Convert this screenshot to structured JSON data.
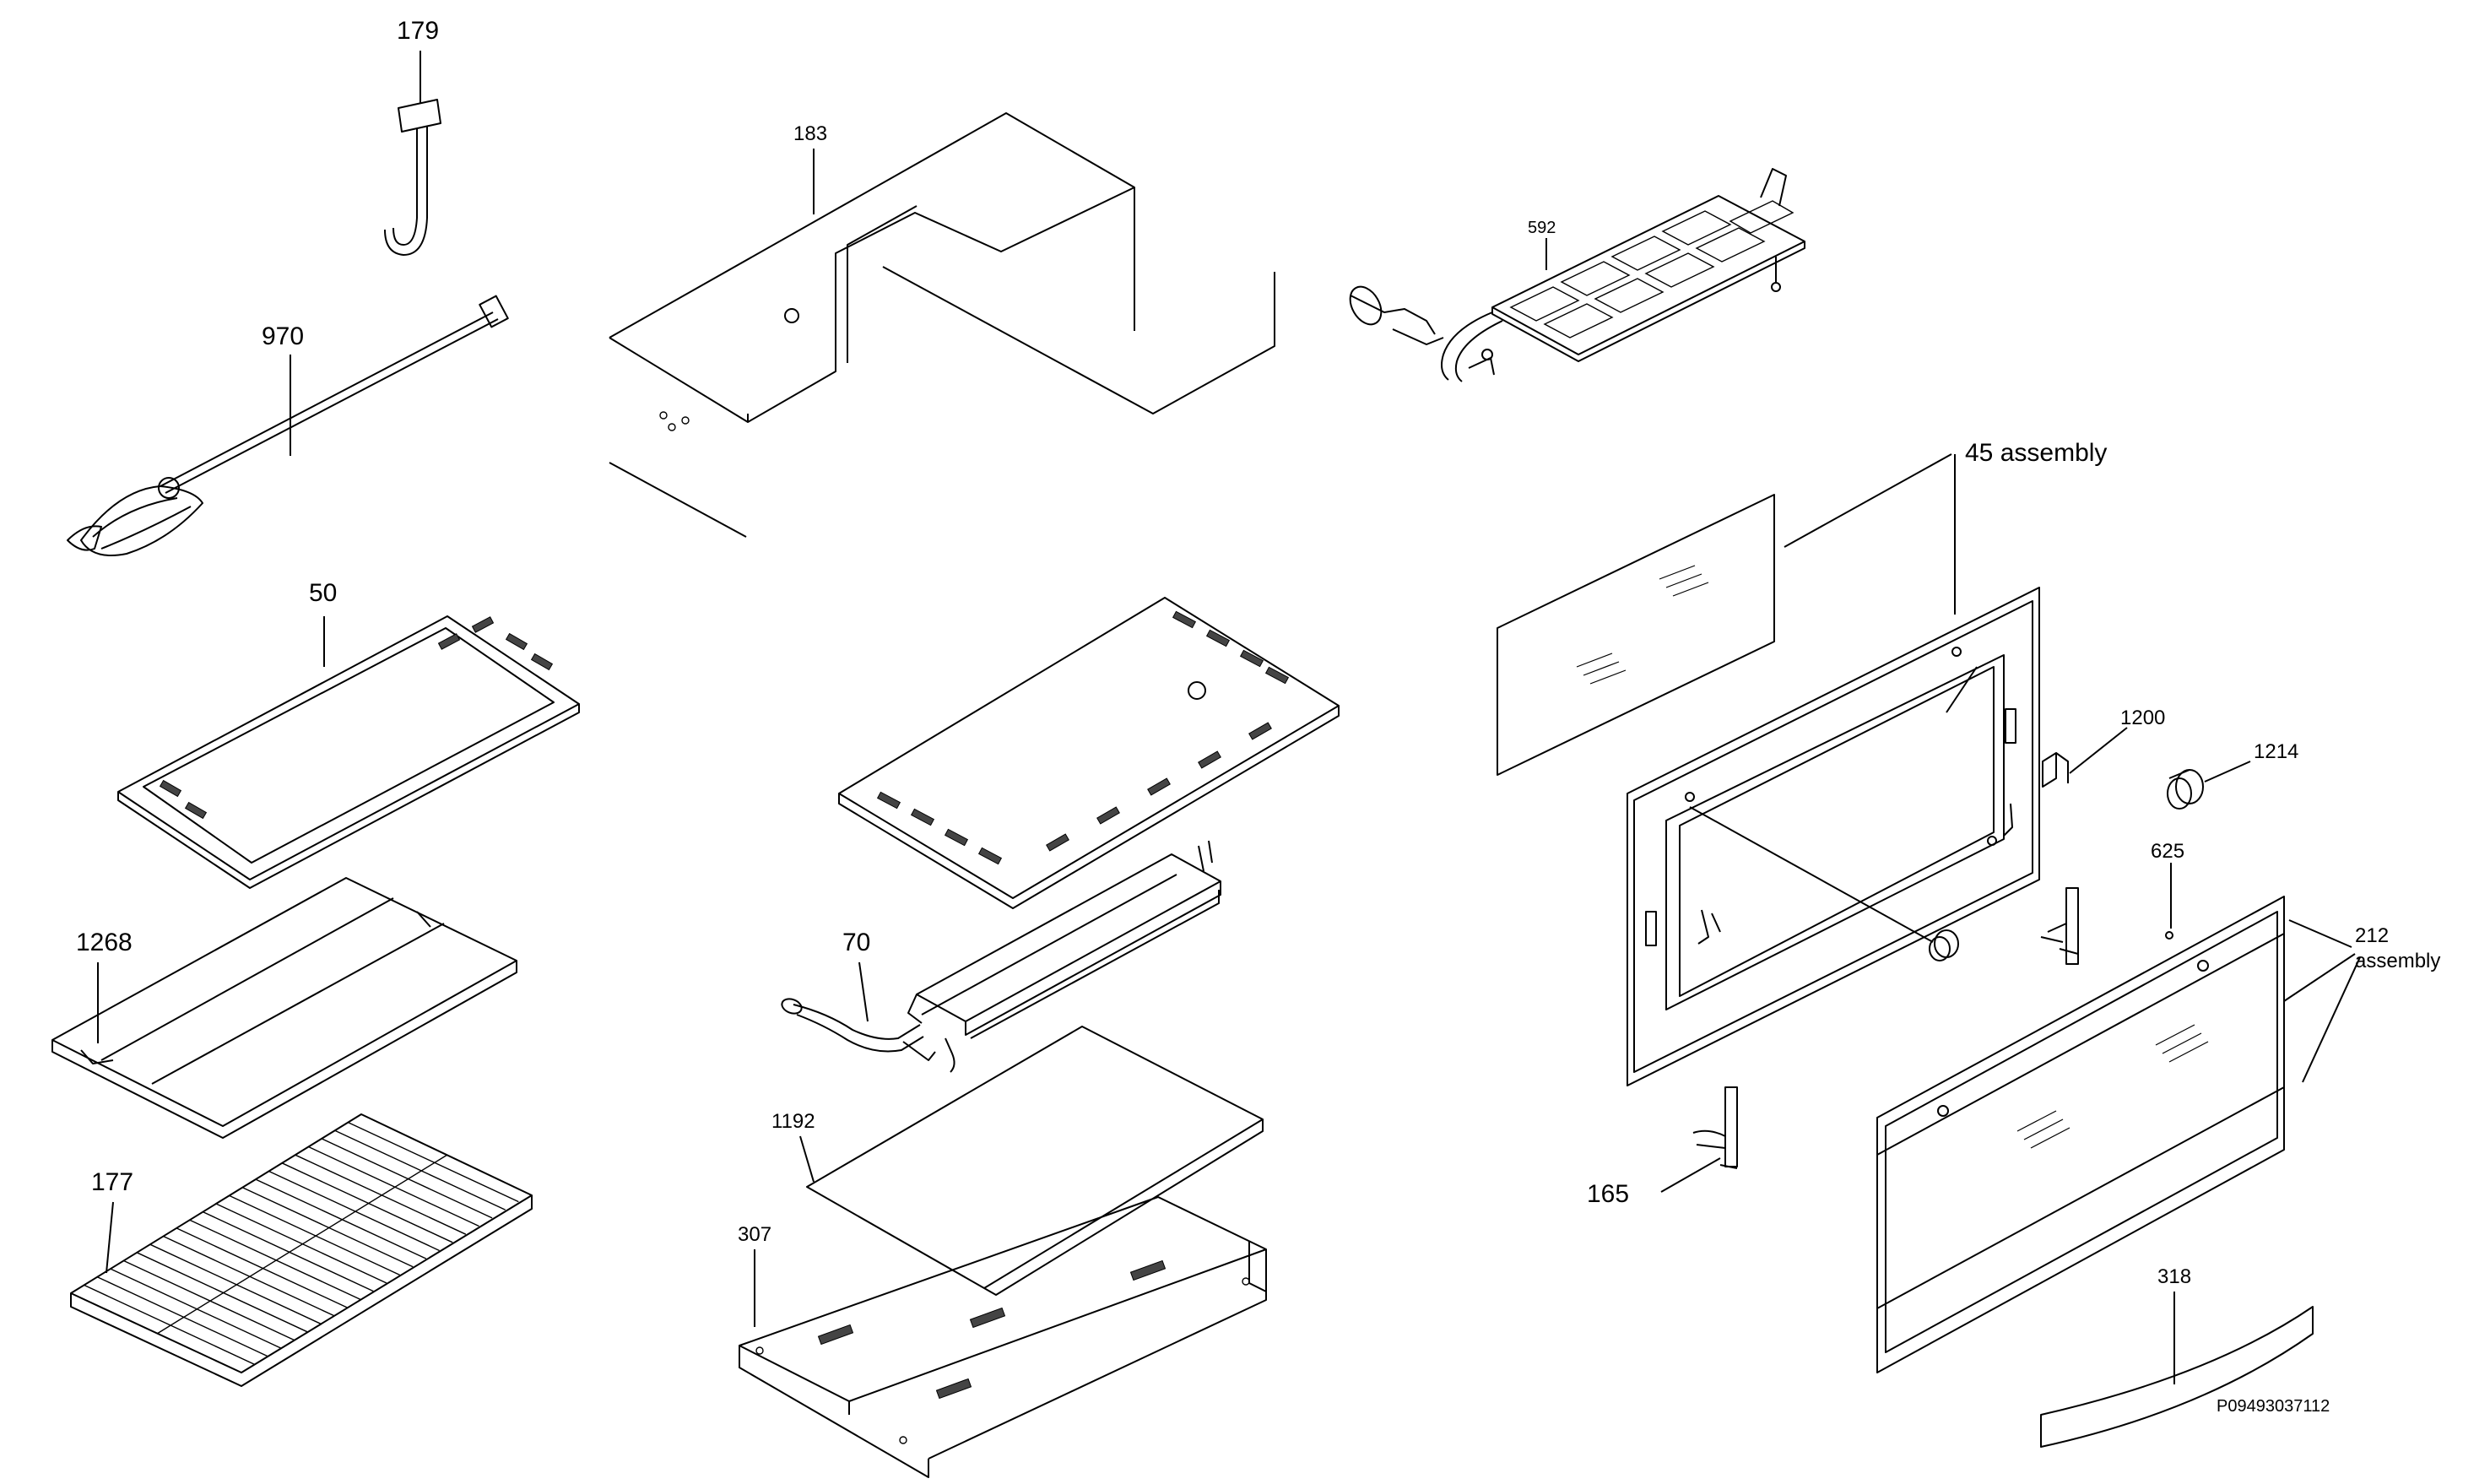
{
  "labels": {
    "l179": "179",
    "l183": "183",
    "l592": "592",
    "l970": "970",
    "l45": "45 assembly",
    "l50": "50",
    "l1200": "1200",
    "l1214": "1214",
    "l625": "625",
    "l212a": "212",
    "l212b": "assembly",
    "l1268": "1268",
    "l70": "70",
    "l1192": "1192",
    "l307": "307",
    "l177": "177",
    "l165": "165",
    "l318": "318",
    "drawing_id": "P09493037112"
  }
}
